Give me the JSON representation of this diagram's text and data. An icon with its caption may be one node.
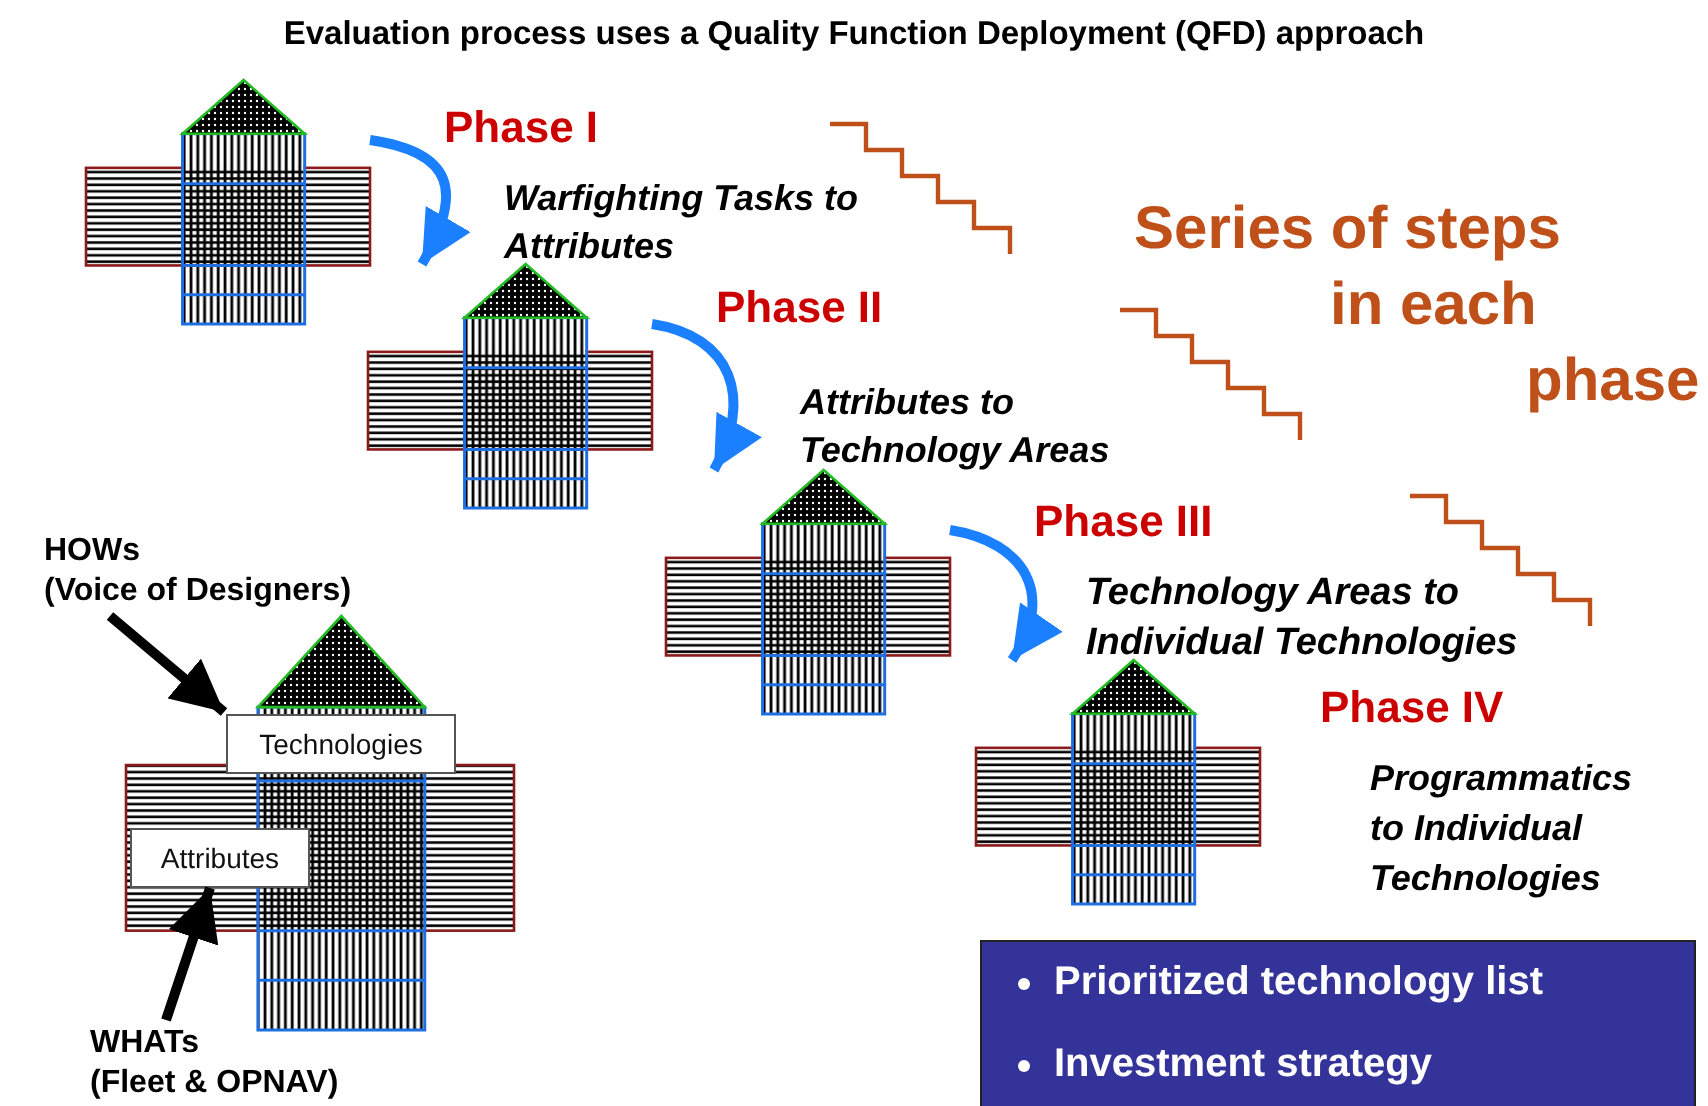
{
  "diagram": {
    "title": "Evaluation process uses a Quality Function Deployment (QFD) approach",
    "nodes": [
      {
        "text": [],
        "shape": "picture"
      },
      {
        "text": [],
        "shape": "picture"
      },
      {
        "text": [],
        "shape": "picture"
      },
      {
        "text": [],
        "shape": "picture"
      },
      {
        "text": [],
        "shape": "picture"
      },
      {
        "text": [
          "Technologies"
        ],
        "in": 4
      },
      {
        "text": [
          "Attributes"
        ],
        "in": 4
      },
      {
        "text": [
          "HOWs",
          "(Voice of Designers)"
        ]
      },
      {
        "text": [
          "WHATs",
          "(Fleet & OPNAV)"
        ]
      },
      {
        "text": [
          "Prioritized technology list",
          "Investment strategy"
        ]
      }
    ],
    "edges": [
      {
        "from": 0,
        "to": 1,
        "arrow": "to"
      },
      {
        "from": 1,
        "to": 2,
        "arrow": "to"
      },
      {
        "from": 2,
        "to": 3,
        "arrow": "to"
      },
      {
        "from": 7,
        "to": 5,
        "arrow": "to",
        "color": "#000000"
      },
      {
        "from": 8,
        "to": 6,
        "arrow": "to",
        "color": "#000000"
      }
    ],
    "labels": [
      "Phase I",
      "Warfighting Tasks to Attributes",
      "Phase II",
      "Attributes to Technology Areas",
      "Phase III",
      "Technology Areas to Individual Technologies",
      "Phase IV",
      "Programmatics to Individual Technologies",
      "Series of steps in each phase"
    ]
  }
}
